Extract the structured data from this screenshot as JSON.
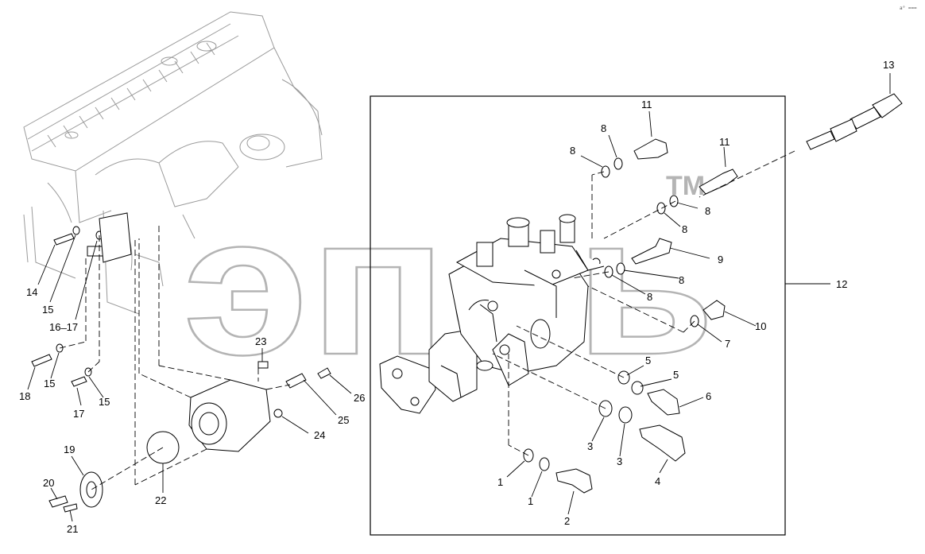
{
  "corner_mark": "a° ===",
  "watermark": {
    "text": "эпcь",
    "tm": "TM"
  },
  "callouts": [
    {
      "id": "1a",
      "text": "1"
    },
    {
      "id": "1b",
      "text": "1"
    },
    {
      "id": "2",
      "text": "2"
    },
    {
      "id": "3a",
      "text": "3"
    },
    {
      "id": "3b",
      "text": "3"
    },
    {
      "id": "4",
      "text": "4"
    },
    {
      "id": "5a",
      "text": "5"
    },
    {
      "id": "5b",
      "text": "5"
    },
    {
      "id": "6",
      "text": "6"
    },
    {
      "id": "7",
      "text": "7"
    },
    {
      "id": "8a",
      "text": "8"
    },
    {
      "id": "8b",
      "text": "8"
    },
    {
      "id": "8c",
      "text": "8"
    },
    {
      "id": "8d",
      "text": "8"
    },
    {
      "id": "8e",
      "text": "8"
    },
    {
      "id": "8f",
      "text": "8"
    },
    {
      "id": "9",
      "text": "9"
    },
    {
      "id": "10",
      "text": "10"
    },
    {
      "id": "11a",
      "text": "11"
    },
    {
      "id": "11b",
      "text": "11"
    },
    {
      "id": "12",
      "text": "12"
    },
    {
      "id": "13",
      "text": "13"
    },
    {
      "id": "14",
      "text": "14"
    },
    {
      "id": "15a",
      "text": "15"
    },
    {
      "id": "15b",
      "text": "15"
    },
    {
      "id": "15c",
      "text": "15"
    },
    {
      "id": "16_17",
      "text": "16 ̶ 17"
    },
    {
      "id": "17",
      "text": "17"
    },
    {
      "id": "18",
      "text": "18"
    },
    {
      "id": "19",
      "text": "19"
    },
    {
      "id": "20",
      "text": "20"
    },
    {
      "id": "21",
      "text": "21"
    },
    {
      "id": "22",
      "text": "22"
    },
    {
      "id": "23",
      "text": "23"
    },
    {
      "id": "24",
      "text": "24"
    },
    {
      "id": "25",
      "text": "25"
    },
    {
      "id": "26",
      "text": "26"
    }
  ]
}
